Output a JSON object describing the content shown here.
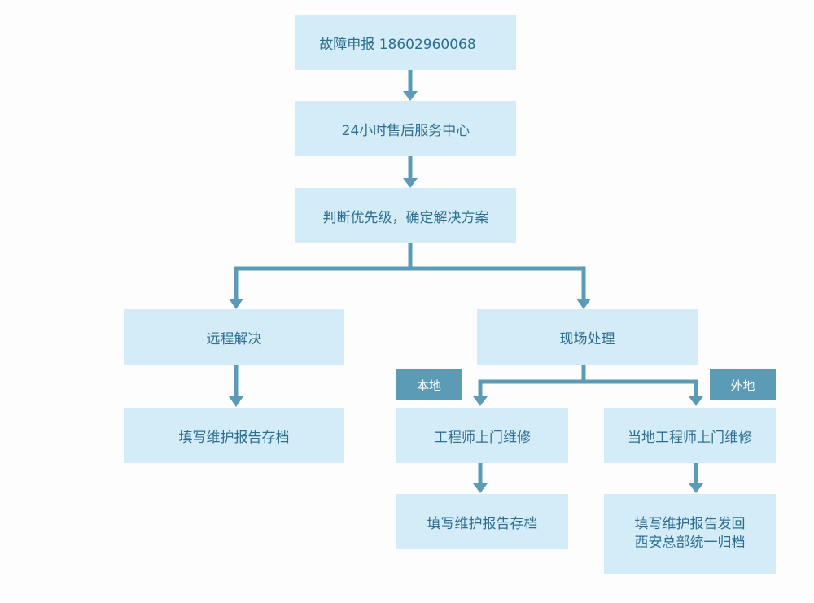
{
  "colors": {
    "box_fill": "#d3ecf8",
    "box_text": "#2e6f90",
    "connector": "#5b9bb6",
    "tag_fill": "#5b9bb6",
    "tag_text": "#ffffff"
  },
  "nodes": {
    "report": "故障申报 18602960068",
    "service_center": "24小时售后服务中心",
    "assess": "判断优先级，确定解决方案",
    "remote": "远程解决",
    "onsite": "现场处理",
    "remote_report": "填写维护报告存档",
    "local_engineer": "工程师上门维修",
    "field_engineer": "当地工程师上门维修",
    "local_report": "填写维护报告存档",
    "field_report_line1": "填写维护报告发回",
    "field_report_line2": "西安总部统一归档"
  },
  "tags": {
    "local": "本地",
    "external": "外地"
  }
}
